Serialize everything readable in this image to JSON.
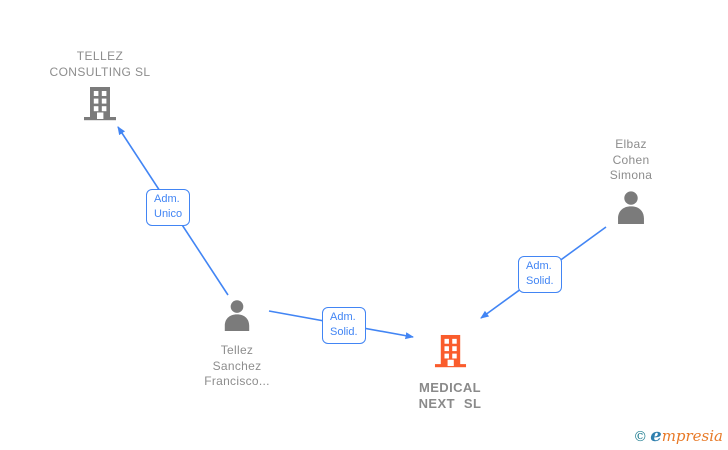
{
  "diagram_type": "corporate-relations-graph",
  "colors": {
    "background": "#ffffff",
    "node_text_gray": "#8d8d8d",
    "icon_gray": "#7b7b7b",
    "icon_orange": "#fa5c2c",
    "edge_blue": "#4285f4",
    "watermark_teal": "#1f7e91",
    "watermark_orange": "#e87a28"
  },
  "nodes": {
    "tellez_consulting": {
      "type": "company",
      "icon": "building-icon",
      "lines": [
        "TELLEZ",
        "CONSULTING SL"
      ]
    },
    "tellez_sanchez": {
      "type": "person",
      "icon": "person-icon",
      "lines": [
        "Tellez",
        "Sanchez",
        "Francisco..."
      ]
    },
    "elbaz_cohen": {
      "type": "person",
      "icon": "person-icon",
      "lines": [
        "Elbaz",
        "Cohen",
        "Simona"
      ]
    },
    "medical_next": {
      "type": "company",
      "icon": "building-icon",
      "highlighted": true,
      "lines": [
        "MEDICAL",
        "NEXT SL"
      ]
    }
  },
  "edges": [
    {
      "from": "tellez_sanchez",
      "to": "tellez_consulting",
      "label_lines": [
        "Adm.",
        "Unico"
      ]
    },
    {
      "from": "tellez_sanchez",
      "to": "medical_next",
      "label_lines": [
        "Adm.",
        "Solid."
      ]
    },
    {
      "from": "elbaz_cohen",
      "to": "medical_next",
      "label_lines": [
        "Adm.",
        "Solid."
      ]
    }
  ],
  "watermark": {
    "copyright": "©",
    "brand_first_letter": "e",
    "brand_rest": "mpresia"
  }
}
